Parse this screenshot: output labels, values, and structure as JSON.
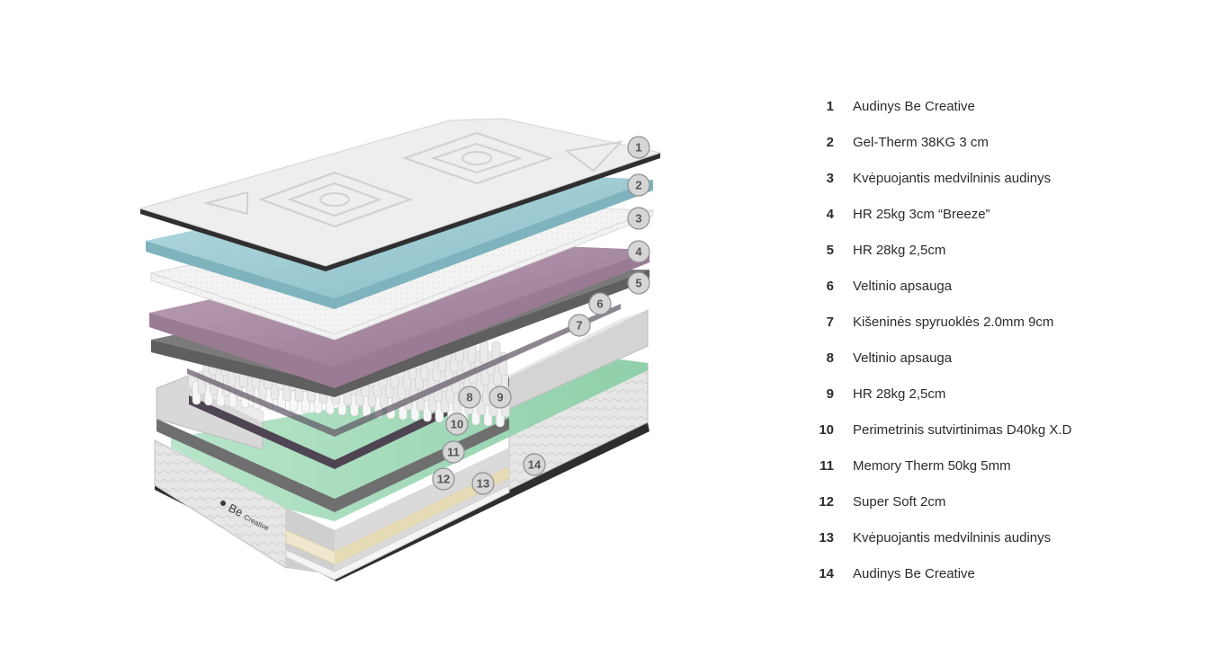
{
  "brand": {
    "mark": "Be",
    "text": "Creative"
  },
  "legend": [
    {
      "num": "1",
      "label": "Audinys Be Creative"
    },
    {
      "num": "2",
      "label": "Gel-Therm 38KG 3 cm"
    },
    {
      "num": "3",
      "label": "Kvėpuojantis medvilninis audinys"
    },
    {
      "num": "4",
      "label": "HR 25kg 3cm “Breeze”"
    },
    {
      "num": "5",
      "label": "HR 28kg 2,5cm"
    },
    {
      "num": "6",
      "label": "Veltinio apsauga"
    },
    {
      "num": "7",
      "label": "Kišeninės spyruoklės 2.0mm 9cm"
    },
    {
      "num": "8",
      "label": "Veltinio apsauga"
    },
    {
      "num": "9",
      "label": "HR 28kg 2,5cm"
    },
    {
      "num": "10",
      "label": "Perimetrinis sutvirtinimas D40kg X.D"
    },
    {
      "num": "11",
      "label": "Memory Therm 50kg 5mm"
    },
    {
      "num": "12",
      "label": "Super Soft 2cm"
    },
    {
      "num": "13",
      "label": "Kvėpuojantis medvilninis audinys"
    },
    {
      "num": "14",
      "label": "Audinys Be Creative"
    }
  ],
  "colors": {
    "topFabric": "#ededed",
    "gel": "#9ec8d0",
    "breathable": "#f2f2f2",
    "breeze": "#a98aa3",
    "hrFoam": "#6f6f6f",
    "felt": "#b9b9b9",
    "springs": "#f4f4f4",
    "perimeter": "#d9d9d9",
    "memory": "#9fd8b6",
    "superSoft": "#efe8cf",
    "baseFabric": "#e0e0e0"
  }
}
